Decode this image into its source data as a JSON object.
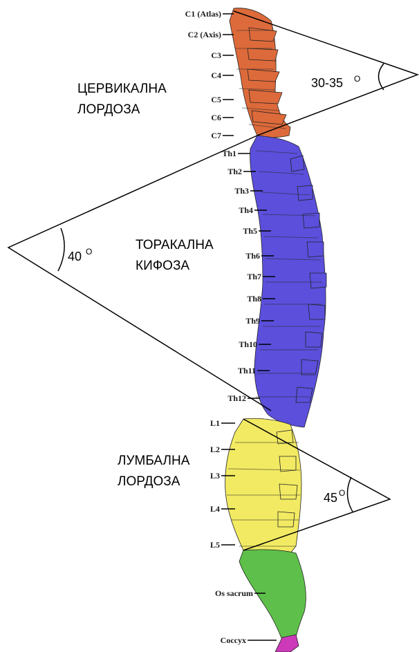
{
  "colors": {
    "cervical": "#dd6a3a",
    "thoracic": "#5b4fdc",
    "lumbar": "#f2ea62",
    "sacrum": "#5ec04a",
    "coccyx": "#cc3ab9",
    "outline": "#000000"
  },
  "cervical_labels": [
    "C1 (Atlas)",
    "C2 (Axis)",
    "C3",
    "C4",
    "C5",
    "C6",
    "C7"
  ],
  "thoracic_labels": [
    "Th1",
    "Th2",
    "Th3",
    "Th4",
    "Th5",
    "Th6",
    "Th7",
    "Th8",
    "Th9",
    "Th10",
    "Th11",
    "Th12"
  ],
  "lumbar_labels": [
    "L1",
    "L2",
    "L3",
    "L4",
    "L5"
  ],
  "sacrum_label": "Os sacrum",
  "coccyx_label": "Coccyx",
  "regions": {
    "cervical": {
      "line1": "ЦЕРВИКАЛНА",
      "line2": "ЛОРДОЗА",
      "angle": "30-35",
      "degree_mark": "O"
    },
    "thoracic": {
      "line1": "ТОРАКАЛНА",
      "line2": "КИФОЗА",
      "angle": "40",
      "degree_mark": "O"
    },
    "lumbar": {
      "line1": "ЛУМБАЛНА",
      "line2": "ЛОРДОЗА",
      "angle": "45",
      "degree_mark": "O"
    }
  }
}
